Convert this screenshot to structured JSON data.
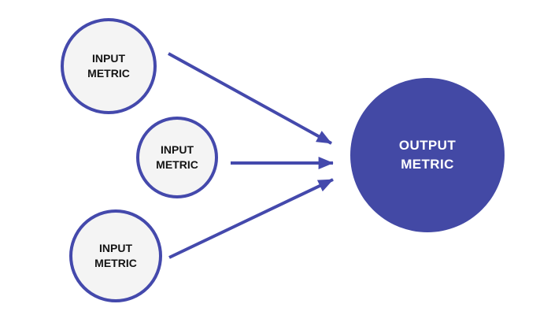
{
  "diagram": {
    "input_nodes": [
      {
        "label": "INPUT METRIC"
      },
      {
        "label": "INPUT METRIC"
      },
      {
        "label": "INPUT METRIC"
      }
    ],
    "output_node": {
      "label": "OUTPUT METRIC"
    },
    "connections": [
      {
        "from": "input-metric-1",
        "to": "output-metric"
      },
      {
        "from": "input-metric-2",
        "to": "output-metric"
      },
      {
        "from": "input-metric-3",
        "to": "output-metric"
      }
    ]
  },
  "colors": {
    "accent": "#4449AC",
    "output_fill": "#4349A5",
    "input_fill": "#F4F4F4",
    "input_text": "#141414",
    "output_text": "#FFFFFF",
    "background": "#FFFFFF"
  }
}
